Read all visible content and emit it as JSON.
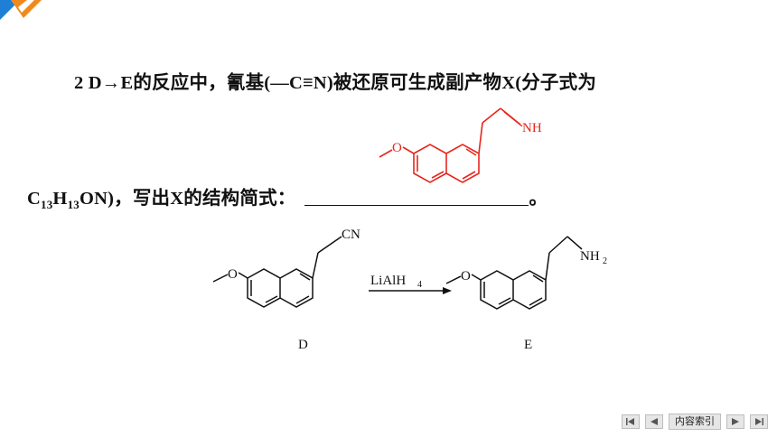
{
  "question": {
    "line1": "2 D→E的反应中，氰基(—C≡N)被还原可生成副产物X(分子式为",
    "line2_prefix": "C",
    "sub1": "13",
    "line2_h": "H",
    "sub2": "13",
    "line2_suffix": "ON)，写出X的结构简式：",
    "line2_end": "。"
  },
  "answer_molecule": {
    "methoxy_label": "O",
    "imine_label": "NH",
    "color": "#e8261d"
  },
  "reaction": {
    "reactant_substituent": "CN",
    "reactant_o": "O",
    "reagent": "LiAlH",
    "reagent_sub": "4",
    "product_o": "O",
    "product_substituent": "NH",
    "product_substituent_sub": "2",
    "reactant_label": "D",
    "product_label": "E"
  },
  "nav": {
    "first_icon": "first-page-icon",
    "prev_icon": "previous-page-icon",
    "index_label": "内容索引",
    "next_icon": "next-page-icon",
    "last_icon": "last-page-icon"
  },
  "accent_colors": {
    "blue": "#1f7fd6",
    "orange": "#f08a1c"
  }
}
